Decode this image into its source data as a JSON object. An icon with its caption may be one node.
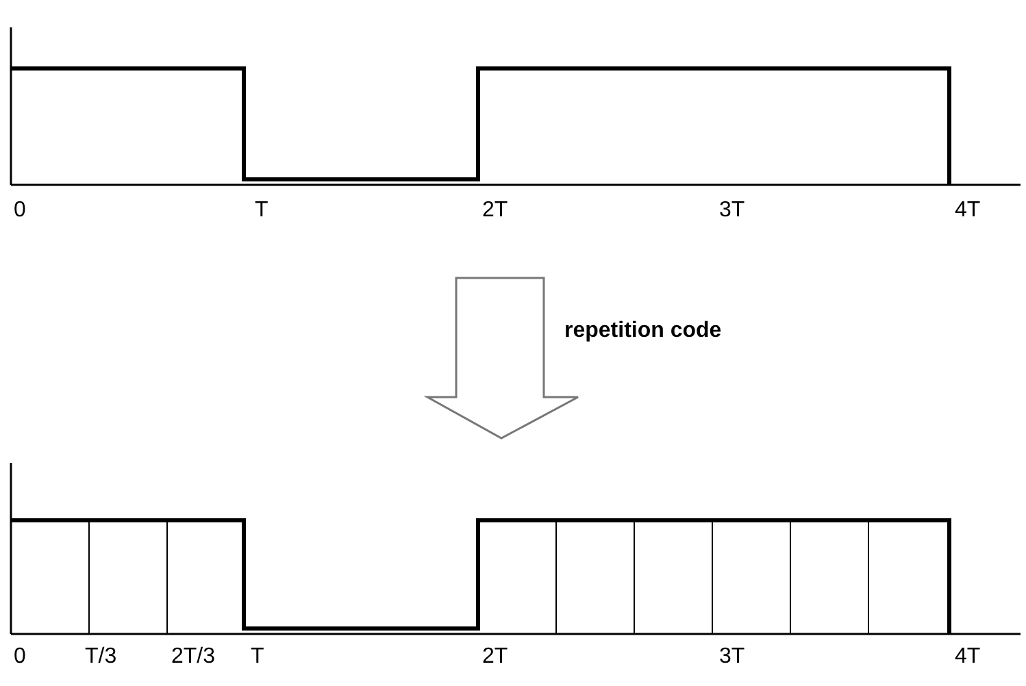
{
  "diagram": {
    "labels": [
      "0",
      "T",
      "2T",
      "3T",
      "4T",
      "repetition code",
      "0",
      "T/3",
      "2T/3",
      "T",
      "2T",
      "3T",
      "4T"
    ]
  }
}
